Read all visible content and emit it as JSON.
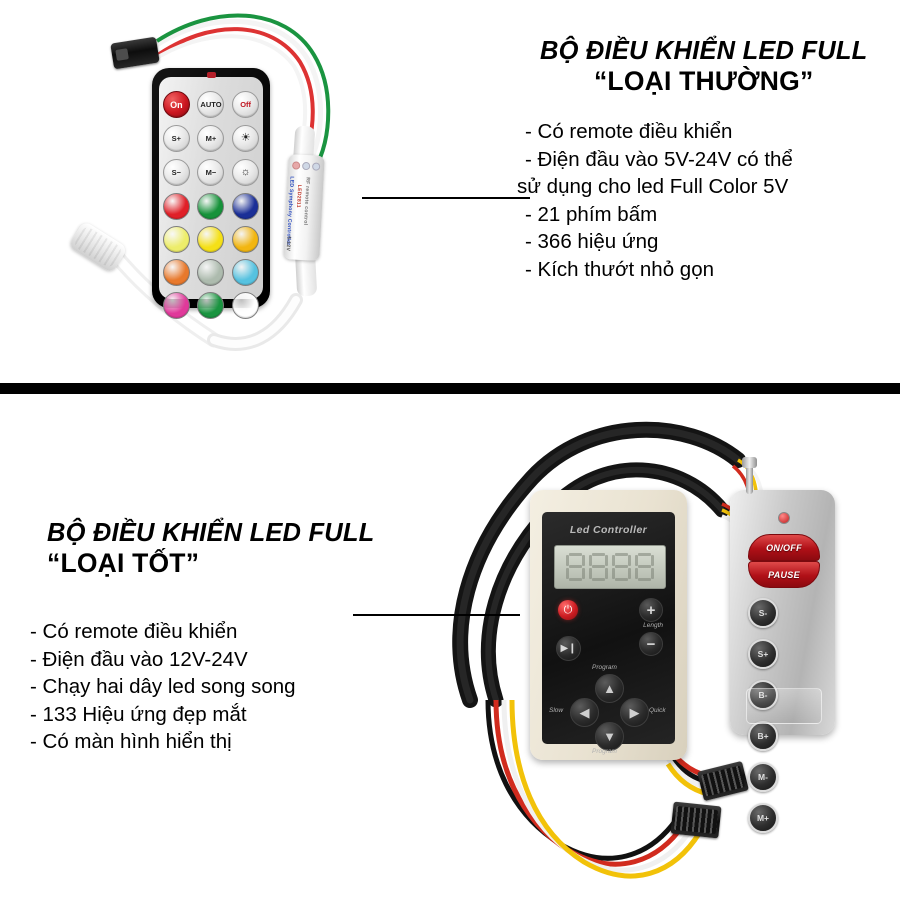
{
  "page": {
    "divider_color": "#000000"
  },
  "top_section": {
    "title_line1": "BỘ ĐIỀU KHIỂN LED FULL",
    "title_line2": "“LOẠI THƯỜNG”",
    "bullets": [
      "- Có remote điều khiển",
      "- Điện đầu vào 5V-24V có thể",
      "sử dụng cho led Full Color 5V",
      "- 21 phím bấm",
      "- 366 hiệu ứng",
      "- Kích thướt nhỏ gọn"
    ],
    "product": {
      "remote": {
        "name": "mini-ir-remote-21-key",
        "top_buttons": [
          "On",
          "AUTO",
          "Off"
        ],
        "mid_buttons": [
          "S+",
          "M+",
          "☀"
        ],
        "mid2_buttons": [
          "S−",
          "M−",
          "☼"
        ],
        "color_buttons": [
          "#e02028",
          "#16923a",
          "#1b2f97",
          "#eded6a",
          "#f5e017",
          "#f2b611",
          "#e8792c",
          "#adbbae",
          "#56c2e0",
          "#e0399a",
          "#1a9440",
          "#ffffff"
        ]
      },
      "inline_controller": {
        "name": "inline-rf-controller",
        "label_main": "LED Symphony Controller",
        "label_model": "LED2811",
        "label_rf": "RF remote control",
        "label_voltage": "5-12V"
      },
      "harness_wire_colors": [
        "#d33",
        "#f2f2f2",
        "#1a9440"
      ],
      "connector_color": "#141414"
    }
  },
  "bottom_section": {
    "title_line1": "BỘ ĐIỀU KHIỂN LED FULL",
    "title_line2": "“LOẠI TỐT”",
    "bullets": [
      "- Có remote điều khiển",
      "- Điện đầu vào 12V-24V",
      "- Chạy hai dây led song song",
      "- 133 Hiệu ứng đẹp mắt",
      "- Có màn hình hiển thị"
    ],
    "product": {
      "controller_box": {
        "name": "led-controller-box",
        "brand_text": "Led Controller",
        "display_value": "8888",
        "power_icon": "power-icon",
        "play_icon": "▶❙",
        "plus_label": "+",
        "minus_label": "−",
        "length_label": "Length",
        "program_top_label": "Program",
        "program_bottom_label": "Program",
        "slow_label": "Slow",
        "quick_label": "Quick"
      },
      "rf_remote": {
        "name": "silver-rf-remote",
        "onoff_label": "ON/OFF",
        "pause_label": "PAUSE",
        "keys": [
          "S-",
          "S+",
          "B-",
          "B+",
          "M-",
          "M+"
        ]
      },
      "wire_colors": [
        "#111111",
        "#d12b1e",
        "#f0f0f0",
        "#f2c209"
      ]
    }
  }
}
